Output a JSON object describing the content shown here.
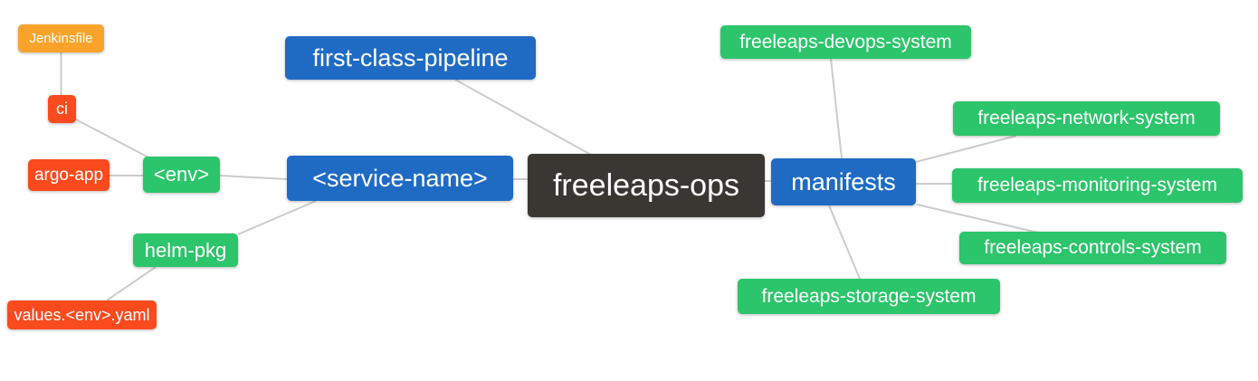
{
  "diagram": {
    "type": "mindmap",
    "root": "freeleaps-ops",
    "background": "#ffffff"
  },
  "colors": {
    "root_node": "#3a3631",
    "branch_node": "#1f6bc4",
    "leaf_green": "#2cc56b",
    "leaf_red": "#fb4a1d",
    "leaf_orange": "#f8a42b",
    "connector": "#cccccc",
    "node_text": "#ffffff"
  },
  "nodes": {
    "freeleaps_ops": {
      "label": "freeleaps-ops",
      "level": 0,
      "color": "#3a3631"
    },
    "first_class_pipeline": {
      "label": "first-class-pipeline",
      "level": 1,
      "color": "#1f6bc4"
    },
    "service_name": {
      "label": "<service-name>",
      "level": 1,
      "color": "#1f6bc4"
    },
    "manifests": {
      "label": "manifests",
      "level": 1,
      "color": "#1f6bc4"
    },
    "env": {
      "label": "<env>",
      "level": 2,
      "color": "#2cc56b"
    },
    "helm_pkg": {
      "label": "helm-pkg",
      "level": 2,
      "color": "#2cc56b"
    },
    "ci": {
      "label": "ci",
      "level": 3,
      "color": "#fb4a1d"
    },
    "argo_app": {
      "label": "argo-app",
      "level": 3,
      "color": "#fb4a1d"
    },
    "jenkinsfile": {
      "label": "Jenkinsfile",
      "level": 4,
      "color": "#f8a42b"
    },
    "values_env_yaml": {
      "label": "values.<env>.yaml",
      "level": 3,
      "color": "#fb4a1d"
    },
    "devops_system": {
      "label": "freeleaps-devops-system",
      "level": 2,
      "color": "#2cc56b"
    },
    "network_system": {
      "label": "freeleaps-network-system",
      "level": 2,
      "color": "#2cc56b"
    },
    "monitoring_system": {
      "label": "freeleaps-monitoring-system",
      "level": 2,
      "color": "#2cc56b"
    },
    "controls_system": {
      "label": "freeleaps-controls-system",
      "level": 2,
      "color": "#2cc56b"
    },
    "storage_system": {
      "label": "freeleaps-storage-system",
      "level": 2,
      "color": "#2cc56b"
    }
  },
  "edges": [
    {
      "from": "freeleaps-ops",
      "to": "first-class-pipeline"
    },
    {
      "from": "freeleaps-ops",
      "to": "<service-name>"
    },
    {
      "from": "freeleaps-ops",
      "to": "manifests"
    },
    {
      "from": "<service-name>",
      "to": "<env>"
    },
    {
      "from": "<service-name>",
      "to": "helm-pkg"
    },
    {
      "from": "<env>",
      "to": "ci"
    },
    {
      "from": "<env>",
      "to": "argo-app"
    },
    {
      "from": "ci",
      "to": "Jenkinsfile"
    },
    {
      "from": "helm-pkg",
      "to": "values.<env>.yaml"
    },
    {
      "from": "manifests",
      "to": "freeleaps-devops-system"
    },
    {
      "from": "manifests",
      "to": "freeleaps-network-system"
    },
    {
      "from": "manifests",
      "to": "freeleaps-monitoring-system"
    },
    {
      "from": "manifests",
      "to": "freeleaps-controls-system"
    },
    {
      "from": "manifests",
      "to": "freeleaps-storage-system"
    }
  ]
}
